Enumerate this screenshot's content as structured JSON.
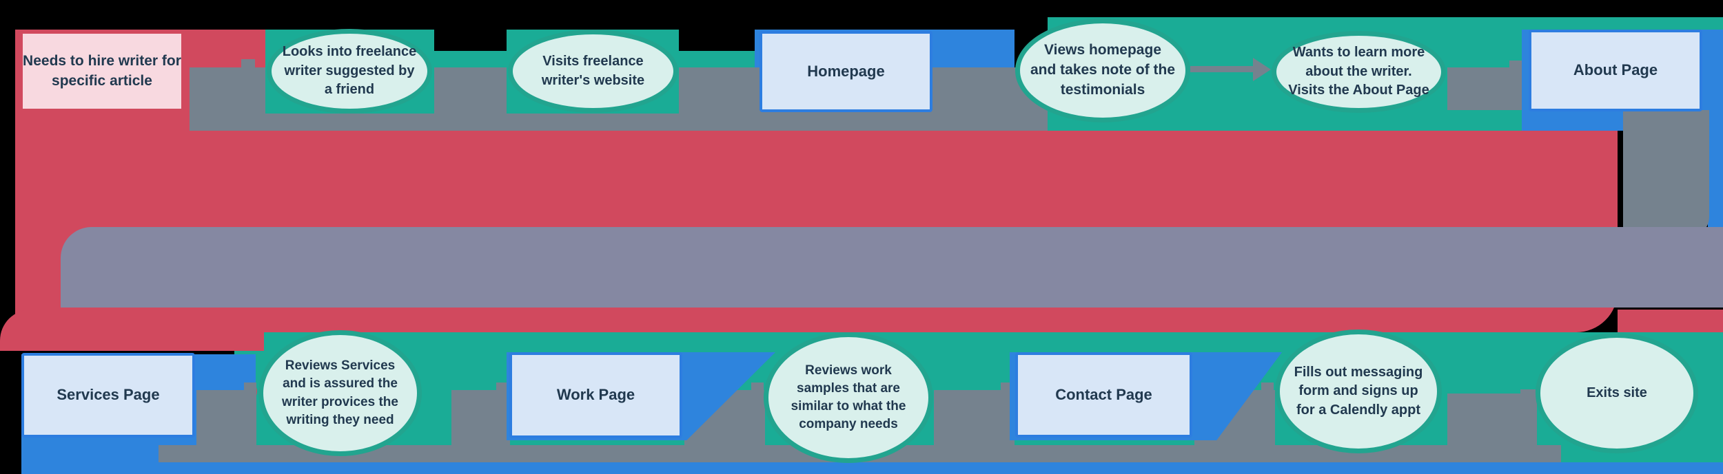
{
  "diagram_type": "user-journey-flowchart",
  "nodes": [
    {
      "id": "need",
      "row": "top",
      "shape": "rectangle",
      "kind": "trigger",
      "label": "Needs to hire writer for specific article"
    },
    {
      "id": "looks",
      "row": "top",
      "shape": "ellipse",
      "kind": "action",
      "label": "Looks into freelance writer suggested by a friend"
    },
    {
      "id": "visits",
      "row": "top",
      "shape": "ellipse",
      "kind": "action",
      "label": "Visits freelance writer's website"
    },
    {
      "id": "homepage",
      "row": "top",
      "shape": "rectangle",
      "kind": "page",
      "label": "Homepage"
    },
    {
      "id": "testimonials",
      "row": "top",
      "shape": "ellipse",
      "kind": "action",
      "label": "Views homepage and takes note of the testimonials"
    },
    {
      "id": "learn-more",
      "row": "top",
      "shape": "ellipse",
      "kind": "action",
      "label": "Wants to learn more about the writer. Visits the About Page"
    },
    {
      "id": "about-page",
      "row": "top",
      "shape": "rectangle",
      "kind": "page",
      "label": "About Page"
    },
    {
      "id": "services",
      "row": "bottom",
      "shape": "rectangle",
      "kind": "page",
      "label": "Services Page"
    },
    {
      "id": "reviews-services",
      "row": "bottom",
      "shape": "ellipse",
      "kind": "action",
      "label": "Reviews Services and is assured the writer provices the writing they need"
    },
    {
      "id": "work-page",
      "row": "bottom",
      "shape": "rectangle",
      "kind": "page",
      "label": "Work Page"
    },
    {
      "id": "reviews-work",
      "row": "bottom",
      "shape": "ellipse",
      "kind": "action",
      "label": "Reviews work samples that are similar to what the company needs"
    },
    {
      "id": "contact",
      "row": "bottom",
      "shape": "rectangle",
      "kind": "page",
      "label": "Contact Page"
    },
    {
      "id": "calendly",
      "row": "bottom",
      "shape": "ellipse",
      "kind": "action",
      "label": "Fills out messaging form and signs up for a Calendly appt"
    },
    {
      "id": "exits",
      "row": "bottom",
      "shape": "ellipse",
      "kind": "end",
      "label": "Exits site"
    }
  ],
  "colors": {
    "background": "#000000",
    "red_ribbon": "#d1495e",
    "pink_fill": "#f8d9e0",
    "teal_ribbon": "#1aac96",
    "ellipse_fill": "#d9f0ec",
    "ellipse_border": "#22a48f",
    "blue_ribbon": "#2e84dd",
    "page_fill": "#d8e6f7",
    "page_border": "#2d7de0",
    "gray_connector": "#75828e",
    "gray_return_band": "#8588a2",
    "text": "#21394f"
  }
}
